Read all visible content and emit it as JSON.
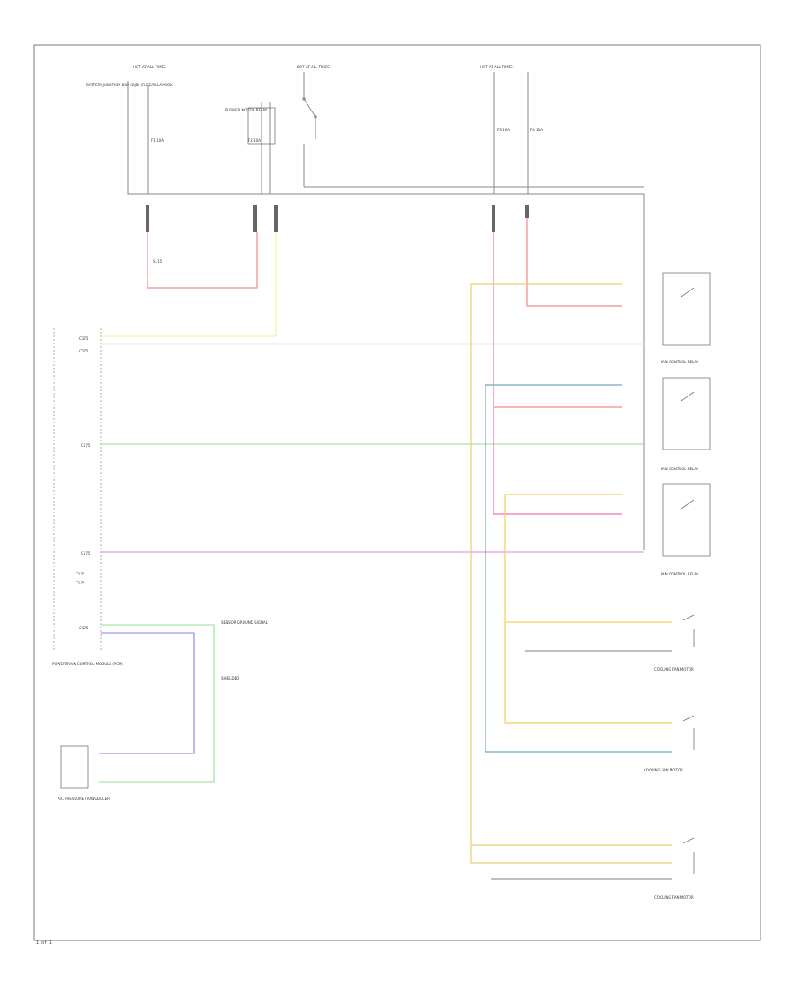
{
  "colors": {
    "border": "#777777",
    "wire_gray": "#888888",
    "wire_red": "#f28a8a",
    "wire_pink": "#f070b0",
    "wire_yellow": "#f0d060",
    "wire_light_yellow": "#f5ef9a",
    "wire_green": "#90e090",
    "wire_magenta": "#e080e8",
    "wire_blue": "#8080e8",
    "wire_teal": "#70a8b8",
    "wire_tan": "#e8d070"
  },
  "labels": {
    "fuse_top_left": "HOT AT ALL TIMES",
    "fuse_top_mid": "HOT AT ALL TIMES",
    "fuse_top_right": "HOT AT ALL TIMES",
    "battery_junction": "BATTERY JUNCTION BOX (BJB) (FUSE/RELAY BOX)",
    "relay_top_left": "BLOWER MOTOR RELAY",
    "fuse_a": "F1 10A",
    "fuse_b": "F2 10A",
    "fuse_c": "F3 10A",
    "fuse_d": "F4 10A",
    "splice": "S115",
    "pcm_label": "POWERTRAIN CONTROL MODULE (PCM)",
    "pcm_pin_1": "C175",
    "pcm_pin_2": "C175",
    "pcm_pin_3": "C175",
    "pcm_pin_4": "C175",
    "pcm_pin_5": "C175",
    "pcm_pin_6": "C175",
    "pcm_pin_7": "C175",
    "sensor_label": "A/C PRESSURE TRANSDUCER",
    "relay_1": "FAN CONTROL RELAY",
    "relay_2": "FAN CONTROL RELAY",
    "relay_3": "FAN CONTROL RELAY",
    "motor_1": "COOLING FAN MOTOR",
    "motor_2": "COOLING FAN MOTOR",
    "motor_3": "COOLING FAN MOTOR",
    "note_1": "SENSOR GROUND SIGNAL",
    "note_2": "SHIELDED",
    "footer": "1 of 1"
  }
}
